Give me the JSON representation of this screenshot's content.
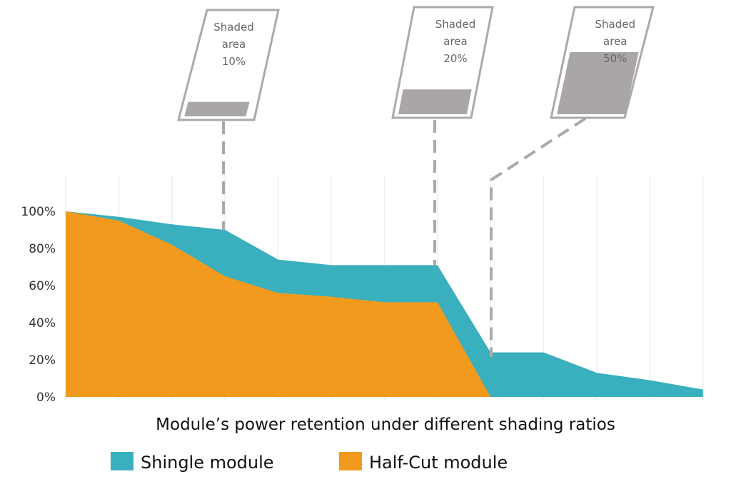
{
  "chart_data": {
    "type": "area",
    "title": "Module’s power retention under different shading ratios",
    "x": [
      0,
      1,
      2,
      3,
      4,
      5,
      6,
      7,
      8,
      9,
      10,
      11,
      12
    ],
    "ylim": [
      0,
      100
    ],
    "yticks": [
      "0%",
      "20%",
      "40%",
      "60%",
      "80%",
      "100%"
    ],
    "grid": true,
    "legend_placement": "bottom",
    "series": [
      {
        "name": "Shingle module",
        "color": "#3aafbd",
        "values": [
          100,
          97,
          93,
          90,
          74,
          71,
          71,
          71,
          24,
          24,
          13,
          9,
          4
        ]
      },
      {
        "name": "Half-Cut module",
        "color": "#f29a1e",
        "values": [
          100,
          95,
          82,
          65,
          56,
          54,
          51,
          51,
          0,
          null,
          null,
          null,
          null
        ]
      }
    ],
    "annotations": [
      {
        "lines": [
          "Shaded",
          "area",
          "10%"
        ],
        "fraction": 0.1,
        "x": 3
      },
      {
        "lines": [
          "Shaded",
          "area",
          "20%"
        ],
        "fraction": 0.2,
        "x": 7
      },
      {
        "lines": [
          "Shaded",
          "area",
          "50%"
        ],
        "fraction": 0.5,
        "x": 8
      }
    ]
  }
}
